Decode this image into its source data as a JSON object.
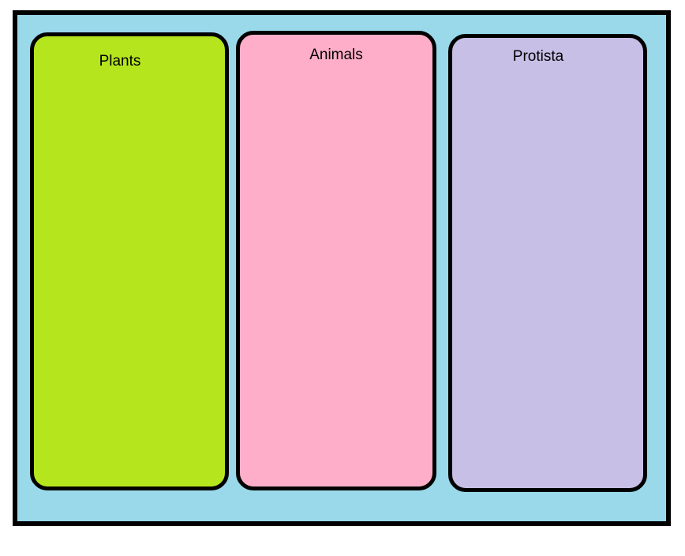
{
  "board": {
    "background": "#99D9EA",
    "border_color": "#000000",
    "columns": [
      {
        "label": "Plants",
        "fill": "#B5E61D",
        "text_color": "#000000"
      },
      {
        "label": "Animals",
        "fill": "#FFAEC9",
        "text_color": "#000000"
      },
      {
        "label": "Protista",
        "fill": "#C8BFE7",
        "text_color": "#000000"
      }
    ]
  }
}
